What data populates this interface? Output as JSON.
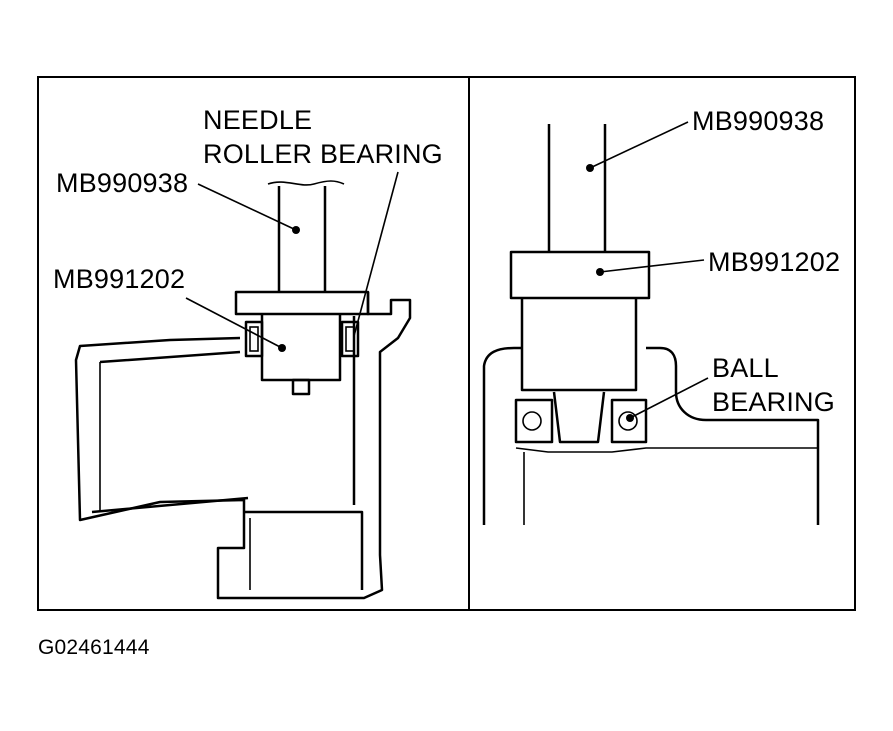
{
  "left_panel": {
    "labels": {
      "needle_line1": "NEEDLE",
      "needle_line2": "ROLLER BEARING",
      "tool_upper": "MB990938",
      "tool_lower": "MB991202"
    }
  },
  "right_panel": {
    "labels": {
      "tool_upper": "MB990938",
      "tool_lower": "MB991202",
      "ball_line1": "BALL",
      "ball_line2": "BEARING"
    }
  },
  "figure_id": "G02461444"
}
